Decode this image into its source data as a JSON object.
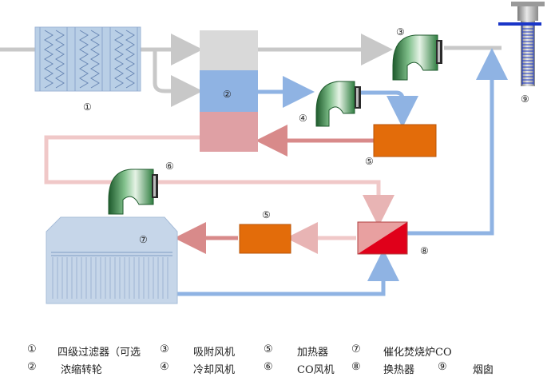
{
  "diagram": {
    "callouts": {
      "filter": "①",
      "wheel": "②",
      "exhaust_fan": "③",
      "cooling_fan": "④",
      "heater_top": "⑤",
      "co_fan": "⑥",
      "heater_bottom": "⑤",
      "co_furnace": "⑦",
      "heat_exchanger": "⑧",
      "chimney": "⑨"
    },
    "colors": {
      "clean_gas": "#c8c8c8",
      "cooling_gas": "#8fb3e3",
      "hot_gas": "#e59a9a",
      "light_hot_gas": "#f0c8c8",
      "heater": "#e36c0a",
      "exchanger_red": "#e0001a",
      "exchanger_pink": "#e8a0a0",
      "fan_green": "#2e7d3f",
      "furnace_body": "#c6d6e9",
      "filter_body": "#b9cfe6",
      "chimney_blue": "#1a36c8"
    }
  },
  "legend": {
    "row1": [
      {
        "num": "①",
        "label": "四级过滤器（可选"
      },
      {
        "num": "③",
        "label": "吸附风机"
      },
      {
        "num": "⑤",
        "label": "加热器"
      },
      {
        "num": "⑦",
        "label": "催化焚烧炉CO"
      }
    ],
    "row2": [
      {
        "num": "②",
        "label": "浓缩转轮"
      },
      {
        "num": "④",
        "label": "冷却风机"
      },
      {
        "num": "⑥",
        "label": "CO风机"
      },
      {
        "num": "⑧",
        "label": "换热器"
      },
      {
        "num": "⑨",
        "label": "烟囱"
      }
    ]
  }
}
